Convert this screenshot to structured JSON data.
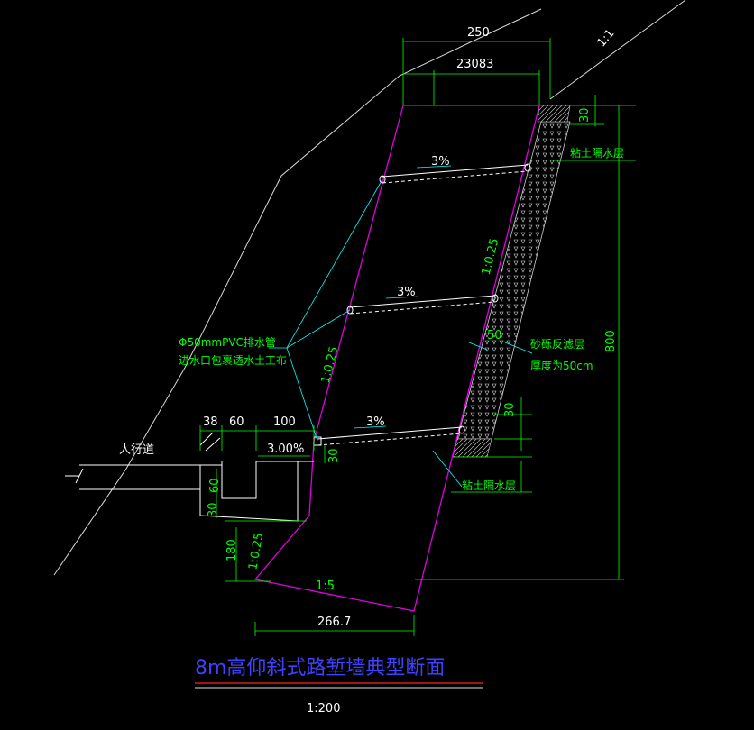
{
  "colors": {
    "background": "#000000",
    "ground": "#d8d8d8",
    "wall": "#e000e0",
    "dimension": "#00ff00",
    "leader": "#00ffff",
    "title": "#4040ff",
    "underline_red": "#ff2020",
    "structure": "#ffffff"
  },
  "dims": {
    "top_total": "250",
    "top_inner": "23083",
    "right_top": "30",
    "right_total": "800",
    "right_mid": "30",
    "bottom_width": "266.7",
    "ditch_a": "38",
    "ditch_b": "60",
    "ditch_c": "100",
    "ditch_depth": "60",
    "ditch_base": "30",
    "ditch_side": "30",
    "foot_height": "180"
  },
  "slopes": {
    "natural": "1:1",
    "back": "1:0.25",
    "face": "1:0.25",
    "footing_face": "1:0.25",
    "base": "1:5"
  },
  "drains": {
    "slope_label": "3%",
    "ditch_slope": "3.00%"
  },
  "notes": {
    "pvc_line1": "Φ50mmPVC排水管",
    "pvc_line2": "进水口包裹透水土工布",
    "clay_top": "粘土隔水层",
    "clay_bottom": "粘土隔水层",
    "filter_line1": "砂砾反滤层",
    "filter_line2": "厚度为50cm",
    "filter_dim": "50",
    "sidewalk": "人行道"
  },
  "title": {
    "main": "8m高仰斜式路堑墙典型断面",
    "scale": "1:200"
  }
}
